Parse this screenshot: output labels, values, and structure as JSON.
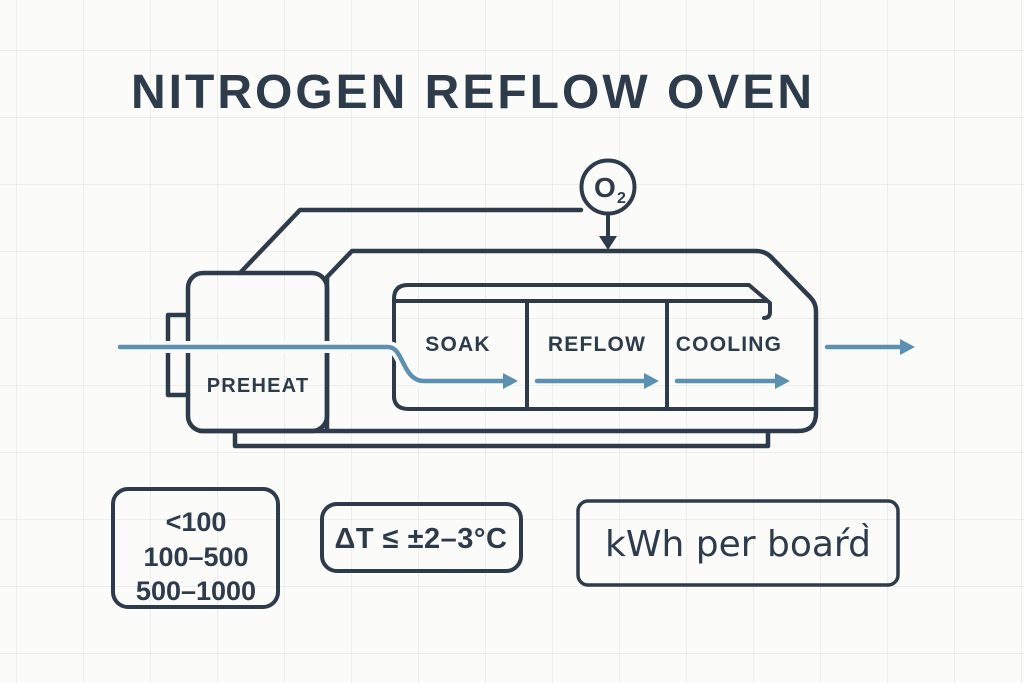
{
  "title": "NITROGEN REFLOW OVEN",
  "colors": {
    "ink": "#2e3b4a",
    "flow": "#5b90b0",
    "background": "#fbfbf9"
  },
  "oven": {
    "gas_inlet": {
      "symbol": "O",
      "subscript": "2"
    },
    "zones": [
      {
        "label": "PREHEAT"
      },
      {
        "label": "SOAK"
      },
      {
        "label": "REFLOW"
      },
      {
        "label": "COOLING"
      }
    ]
  },
  "stats": {
    "ppm_box": {
      "lines": [
        "<100",
        "100–500",
        "500–1000"
      ]
    },
    "delta_t_box": {
      "label": "ΔT ≤ ±2–3°C"
    },
    "energy_box": {
      "label": "kWh per boaŕd̀"
    }
  }
}
